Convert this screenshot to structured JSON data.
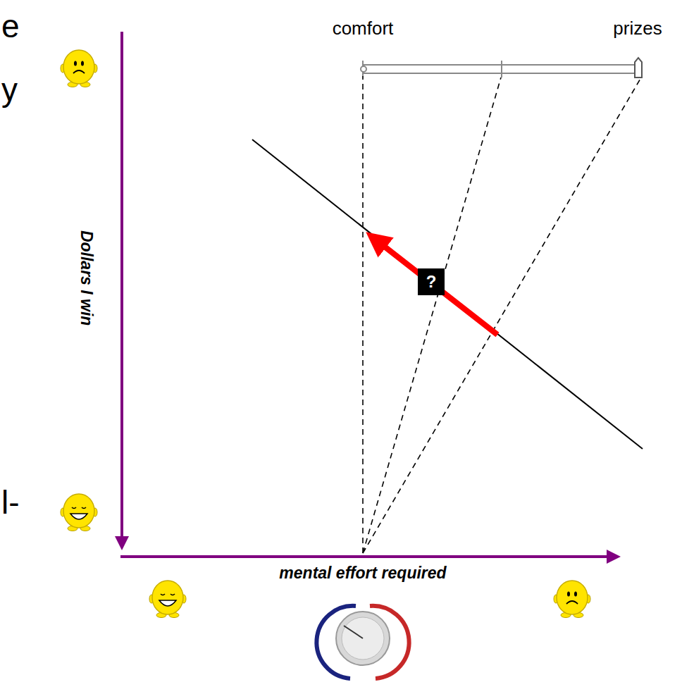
{
  "diagram": {
    "nodes": [
      {
        "text": [
          "?"
        ]
      }
    ],
    "labels": [
      "e",
      "y",
      "l-",
      "comfort",
      "prizes",
      "Dollars I win",
      "mental effort required"
    ]
  }
}
